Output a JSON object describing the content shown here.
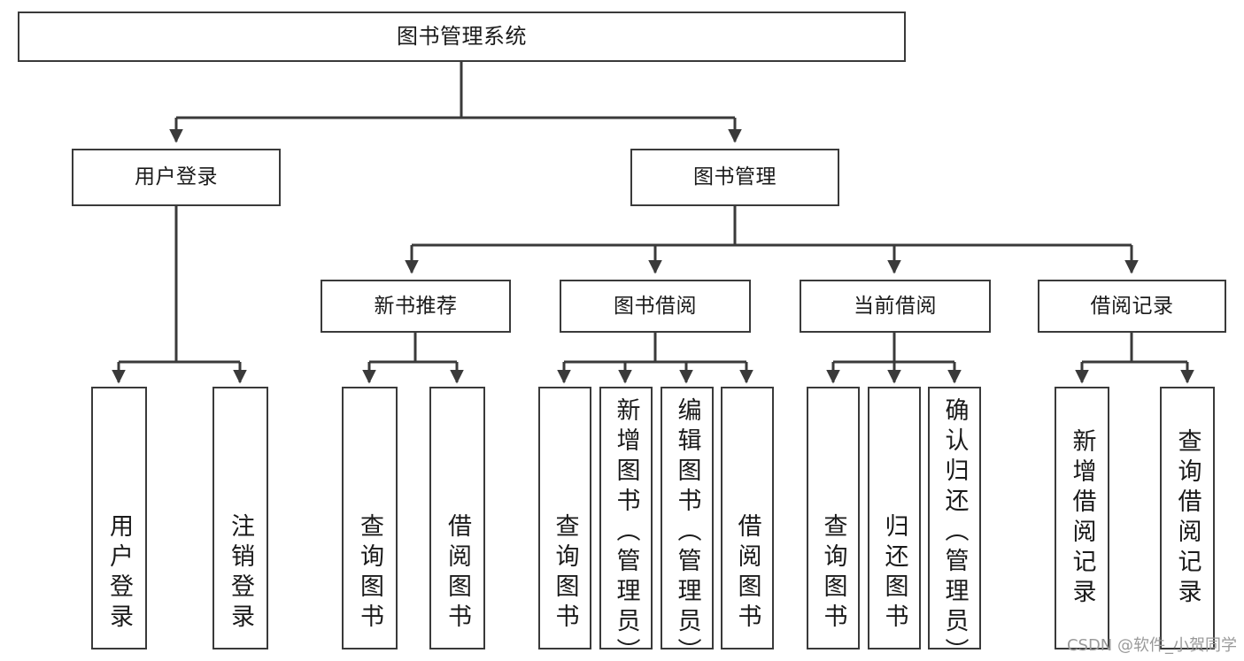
{
  "diagram": {
    "title": "图书管理系统",
    "type": "tree-hierarchy",
    "orientation": "top-down",
    "box_border_color": "#3a3a3a",
    "box_fill_color": "#ffffff",
    "edge_color": "#3a3a3a",
    "text_color": "#1a1a1a"
  },
  "nodes": {
    "root": {
      "label": "图书管理系统"
    },
    "level2": [
      {
        "id": "user-login",
        "label": "用户登录"
      },
      {
        "id": "book-management",
        "label": "图书管理"
      }
    ],
    "level3": [
      {
        "id": "new-book-recommend",
        "label": "新书推荐"
      },
      {
        "id": "book-borrow",
        "label": "图书借阅"
      },
      {
        "id": "current-borrow",
        "label": "当前借阅"
      },
      {
        "id": "borrow-record",
        "label": "借阅记录"
      }
    ],
    "leaves": {
      "user_login": [
        {
          "id": "leaf-user-login",
          "label": "用户登录"
        },
        {
          "id": "leaf-logout-login",
          "label": "注销登录"
        }
      ],
      "new_book_recommend": [
        {
          "id": "leaf-query-book-1",
          "label": "查询图书"
        },
        {
          "id": "leaf-borrow-book-1",
          "label": "借阅图书"
        }
      ],
      "book_borrow": [
        {
          "id": "leaf-query-book-2",
          "label": "查询图书"
        },
        {
          "id": "leaf-add-book",
          "label": "新增图书（管理员）"
        },
        {
          "id": "leaf-edit-book",
          "label": "编辑图书（管理员）"
        },
        {
          "id": "leaf-borrow-book-2",
          "label": "借阅图书"
        }
      ],
      "current_borrow": [
        {
          "id": "leaf-query-book-3",
          "label": "查询图书"
        },
        {
          "id": "leaf-return-book",
          "label": "归还图书"
        },
        {
          "id": "leaf-confirm-return",
          "label": "确认归还（管理员）"
        }
      ],
      "borrow_record": [
        {
          "id": "leaf-add-record",
          "label": "新增借阅记录"
        },
        {
          "id": "leaf-query-record",
          "label": "查询借阅记录"
        }
      ]
    }
  },
  "watermark": {
    "text": "CSDN @软件_小贺同学"
  }
}
